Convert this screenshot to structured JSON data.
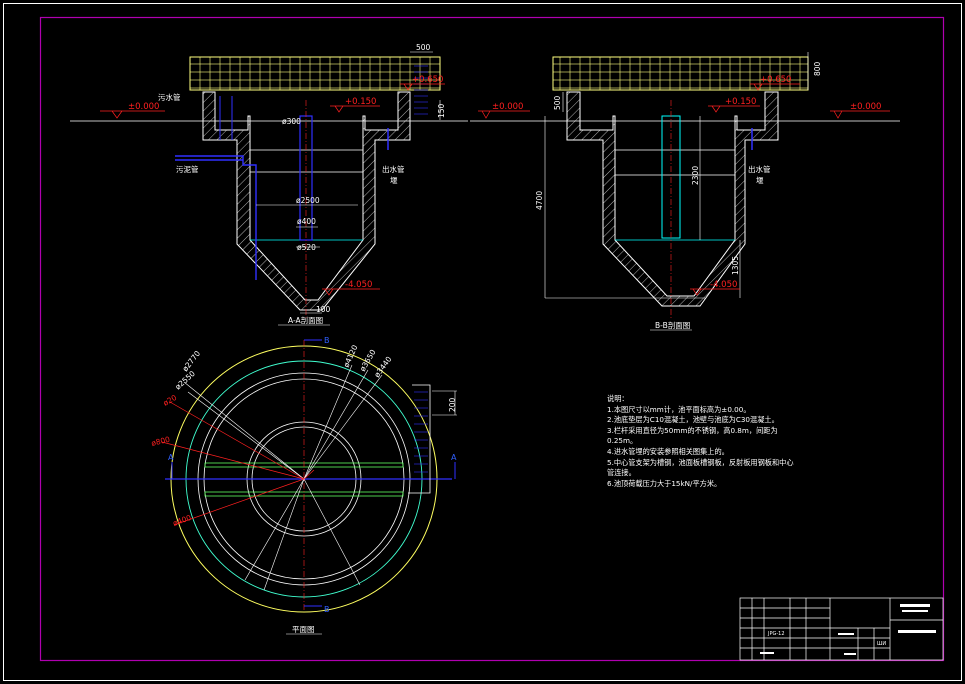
{
  "colors": {
    "background": "#000000",
    "outer_border": "#ffffff",
    "frame": "#b000b0",
    "concrete": "#ffffff",
    "water_level": "#00ffff",
    "pipe": "#3030ff",
    "dimension_red": "#ff2020",
    "grating": "#ffff80",
    "yellow_circle": "#ffff60",
    "cyan_circle": "#40ffd0",
    "green_bar": "#60ff60"
  },
  "section_aa": {
    "caption": "A-A剖面图",
    "label_inlet_pipe": "污水管",
    "label_sludge_pipe": "污泥管",
    "label_outlet": "出水管",
    "label_outlet_2": "堰",
    "level_ground": "±0.000",
    "level_top": "+0.650",
    "level_water": "+0.150",
    "level_bottom": "-4.050",
    "dim_top_width": "500",
    "dim_wall_height": "150",
    "dim_pipe_300": "ø300",
    "dim_diameter": "ø2500",
    "dim_d400": "ø400",
    "dim_d520": "ø520",
    "dim_bottom": "100"
  },
  "section_bb": {
    "caption": "B-B剖面图",
    "label_outlet": "出水管",
    "label_outlet_2": "堰",
    "level_ground_left": "±0.000",
    "level_ground_right": "±0.000",
    "level_top": "+0.650",
    "level_water": "+0.150",
    "level_bottom": "-4.050",
    "dim_depth": "4700",
    "dim_cylinder": "2300",
    "dim_cone": "1305",
    "dim_500": "500",
    "dim_800": "800"
  },
  "plan": {
    "caption": "平面图",
    "marker_a": "A",
    "marker_b": "B",
    "dim_4120": "ø4120",
    "dim_3650": "ø3650",
    "dim_3440": "ø3440",
    "dim_2770": "ø2770",
    "dim_2550": "ø2550",
    "dim_20": "ø20",
    "dim_800": "ø800",
    "dim_400": "ø400",
    "dim_200": "200"
  },
  "notes": {
    "title": "说明：",
    "lines": [
      "1.本图尺寸以mm计，池平面标高为±0.00。",
      "2.池底垫层为C10混凝土，池壁与池底为C30混凝土。",
      "3.栏杆采用直径为50mm的不锈钢，高0.8m，间距为",
      "0.25m。",
      "4.进水管埋的安装参照相关图集上的。",
      "5.中心管支架为槽钢，池面板槽钢板，反射板用钢板和中心",
      "管连接。",
      "6.池顶荷载压力大于15kN/平方米。"
    ]
  },
  "title_block": {
    "sheet_code": "JPG-12",
    "drawn": "ШИ"
  }
}
